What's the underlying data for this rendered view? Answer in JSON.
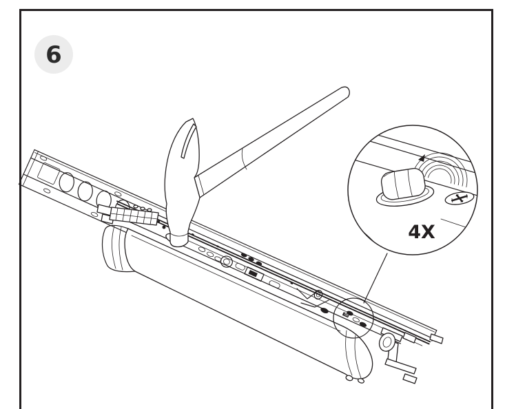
{
  "step_badge": {
    "number": "6"
  },
  "detail_callout": {
    "quantity": "4X"
  },
  "illustration": {
    "objects": [
      "door-operator-rail-assembly",
      "claw-hammer",
      "magnifier-detail-circle",
      "end-cap-plug",
      "phillips-screw"
    ]
  },
  "colors": {
    "background": "#ffffff",
    "line": "#231f20",
    "panel_border": "#231f20",
    "badge_background": "#ececec",
    "badge_text": "#2b2b2b"
  }
}
